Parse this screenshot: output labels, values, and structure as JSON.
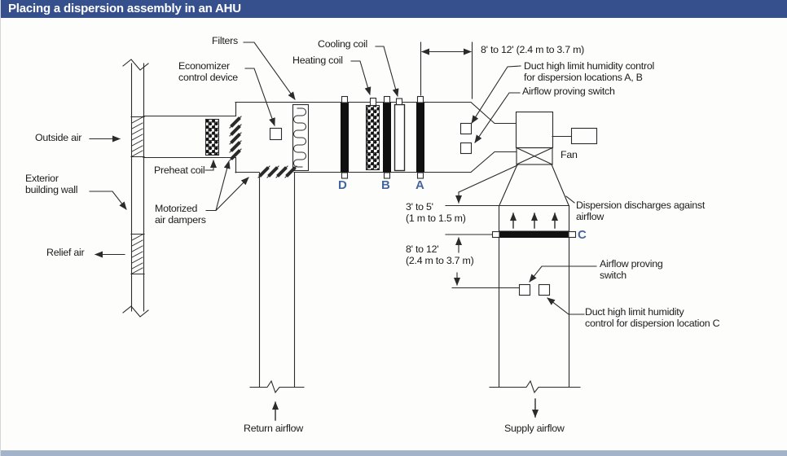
{
  "header": {
    "title": "Placing a dispersion assembly in an AHU"
  },
  "colors": {
    "header_bg": "#35508d",
    "location_blue": "#44679f",
    "footer_bar": "#a3b3ca",
    "line": "#2b2b2b"
  },
  "labels": {
    "filters": "Filters",
    "economizer": "Economizer\ncontrol device",
    "cooling_coil": "Cooling coil",
    "heating_coil": "Heating coil",
    "dim_fan_to_a": "8' to 12' (2.4 m to 3.7 m)",
    "humidity_ab": "Duct high limit humidity control\nfor dispersion locations A, B",
    "airflow_switch_ab": "Airflow proving switch",
    "outside_air": "Outside air",
    "preheat_coil": "Preheat coil",
    "exterior_wall": "Exterior\nbuilding wall",
    "motorized_dampers": "Motorized\nair dampers",
    "relief_air": "Relief air",
    "fan": "Fan",
    "dim_3_5": "3' to 5'\n(1 m to 1.5 m)",
    "dispersion_discharges": "Dispersion discharges against\nairflow",
    "dim_8_12": "8' to 12'\n(2.4 m to 3.7 m)",
    "airflow_switch_c": "Airflow proving\nswitch",
    "humidity_c": "Duct high limit humidity\ncontrol for dispersion location C",
    "return_airflow": "Return airflow",
    "supply_airflow": "Supply airflow"
  },
  "locations": {
    "d": "D",
    "b": "B",
    "a": "A",
    "c": "C"
  }
}
